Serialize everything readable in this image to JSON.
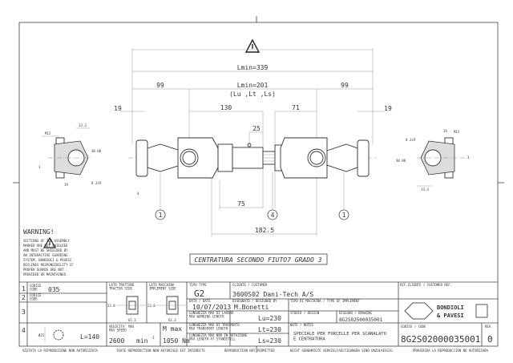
{
  "drawing": {
    "dimensions": {
      "lmin_total": "Lmin=339",
      "lmin_inner": "Lmin=201",
      "lmin_note": "(Lu ,Lt ,Ls)",
      "left_99": "99",
      "right_99": "99",
      "left_19": "19",
      "right_19": "19",
      "d130": "130",
      "d71": "71",
      "d25": "25",
      "d75": "75",
      "d182": "182.5",
      "left_33": "33.3",
      "right_33": "33.3",
      "left_m12": "M12",
      "right_m12": "M12",
      "left_3": "3",
      "right_3": "3",
      "left_30h8": "30 H8",
      "right_30h8": "30 H8",
      "left_8js9": "8 Js9",
      "right_8js9": "8 Js9",
      "left_19b": "19",
      "right_19b": "19",
      "small_4": "4"
    },
    "balloons": [
      "1",
      "4",
      "1"
    ],
    "centering_note": "CENTRATURA SECONDO FIUTO7 GRADO 3",
    "warning_title": "WARNING!",
    "warning_lines": [
      "SECTIONS    OF THE ASSEMBLY",
      "MARKED      ARE NOT SHIELDED",
      "AND MUST BE SHIELDED BY",
      "AN INTERACTIVE GUARDING",
      "SYSTEM. BONDIOLI & PAVESI",
      "DECLINES RESPONSIBILITY IF",
      "PROPER GUARDS ARE NOT",
      "PROVIDED OR MAINTAINED."
    ]
  },
  "title_block": {
    "rows": [
      {
        "num": "1",
        "label": "CODICE\nCODE",
        "value": "035"
      },
      {
        "num": "2",
        "label": "CODICE\nCODE",
        "value": ""
      },
      {
        "num": "3",
        "label": "",
        "value": ""
      },
      {
        "num": "4",
        "label": "",
        "value": "L=140",
        "extra": "Ø25"
      }
    ],
    "tractor_side_label": "LATO TRATTORE\nTRACTOR SIDE",
    "implement_side_label": "LATO MACCHINA\nIMPLEMENT SIDE",
    "cross_h": "23.8",
    "cross_w": "61.3",
    "cross_h2": "23.8",
    "cross_w2": "61.3",
    "speed_label": "VELOCITA' MAX\nMAX SPEED",
    "speed_value": "2600",
    "speed_unit": "min",
    "speed_exp": "-1",
    "torque_label": "M max",
    "torque_value": "1050 Nm",
    "type_label": "TIPO TYPE",
    "type_value": "G2",
    "client_label": "CLIENTE / CUSTOMER",
    "client_value": "3600S02  Dani-Tech A/S",
    "date_label": "DATA / DATE",
    "date_value": "10/07/2013",
    "designer_label": "DISEGNATO / DESIGNED BY",
    "designer_value": "M.Bonetti",
    "machine_label": "TIPO DI MACCHINA / TYPE OF IMPLEMENT",
    "lu_label": "LUNGHEZZA MAX DI LAVORO\nMAX WORKING LENGTH",
    "lu_value": "Lu=230",
    "lt_label": "LUNGHEZZA MAX DI TRASPORTO\nMAX TRANSPORT LENGTH",
    "lt_value": "Lt=230",
    "ls_label": "LUNGHEZZA MAX NON IN ROTAZIONE\nMAX LENGTH AT STANDSTILL",
    "ls_value": "Ls=230",
    "study_label": "STUDIO / DESIGN",
    "drawing_label": "DISEGNO / DRAWING",
    "drawing_value": "8G2S02500035001",
    "notes_label": "NOTE / NOTES",
    "notes_value": "SPECIALE PER FORCELLE PER SCANALATO\nE CENTRATURA",
    "customer_ref_label": "RIF.CLIENTE / CUSTOMER REF.",
    "logo_text": "BONDIOLI & PAVESI",
    "code_label": "CODICE / CODE",
    "code_value": "8G2S02000035001",
    "rev_label": "REV.",
    "rev_value": "0"
  },
  "footer": [
    "VIETATA LA RIPRODUZIONE NON AUTORIZZATA",
    "TOUTE REPRODUCTION NON AUTORISEE EST INTERDITE",
    "REPRODUCTION NOT PERMITTED",
    "NICHT GENEHMIGTE VERVIELFAELTIGUNGEN SIND UNZULAESSIG",
    "PROHIBIDA LA REPRODUCCION NO AUTORIZADA"
  ]
}
